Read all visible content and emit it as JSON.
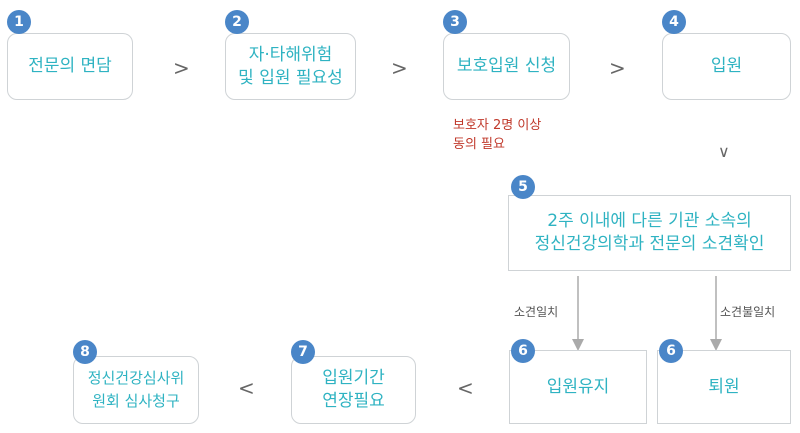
{
  "steps": [
    {
      "badge": "1",
      "label": "전문의 면담"
    },
    {
      "badge": "2",
      "label": "자·타해위험\n및 입원 필요성"
    },
    {
      "badge": "3",
      "label": "보호입원 신청"
    },
    {
      "badge": "4",
      "label": "입원"
    },
    {
      "badge": "5",
      "label": "2주 이내에 다른 기관 소속의\n정신건강의학과 전문의 소견확인"
    },
    {
      "badge": "6",
      "label": "입원유지"
    },
    {
      "badge": "6",
      "label": "퇴원"
    },
    {
      "badge": "7",
      "label": "입원기간\n연장필요"
    },
    {
      "badge": "8",
      "label": "정신건강심사위\n원회 심사청구"
    }
  ],
  "note": "보호자 2명 이상\n동의 필요",
  "branches": {
    "left": "소견일치",
    "right": "소견불일치"
  },
  "arrows": {
    "right": ">",
    "left": "<",
    "down": "∨"
  },
  "colors": {
    "text": "#2fb3c2",
    "badge": "#4a86c8",
    "border": "#cfd3d6",
    "note": "#c0392b"
  }
}
